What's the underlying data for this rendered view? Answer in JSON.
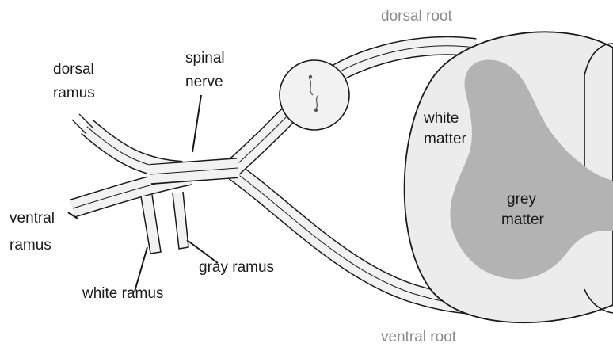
{
  "labels": {
    "dorsal_root": "dorsal root",
    "ventral_root": "ventral root",
    "dorsal_ramus_line1": "dorsal",
    "dorsal_ramus_line2": "ramus",
    "spinal_nerve_line1": "spinal",
    "spinal_nerve_line2": "nerve",
    "white_matter_line1": "white",
    "white_matter_line2": "matter",
    "grey_matter_line1": "grey",
    "grey_matter_line2": "matter",
    "ventral_ramus_line1": "ventral",
    "ventral_ramus_line2": "ramus",
    "gray_ramus": "gray ramus",
    "white_ramus": "white ramus"
  },
  "colors": {
    "outline": "#1a1a1a",
    "nerve_fill": "#f2f2f2",
    "white_matter": "#ececec",
    "grey_matter": "#b3b3b3",
    "root_label": "#8c8c8c"
  }
}
